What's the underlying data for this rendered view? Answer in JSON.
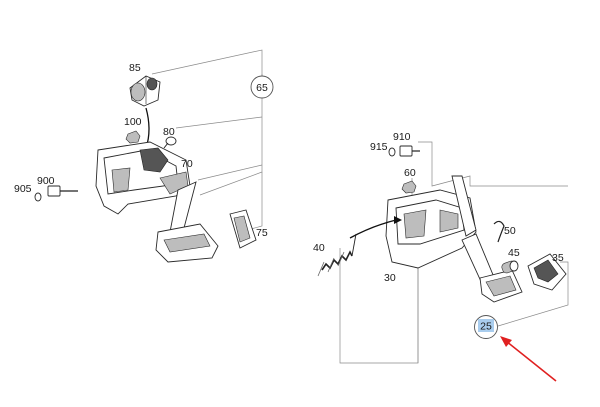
{
  "diagram": {
    "left_assembly": {
      "group_callout": "65",
      "part_callouts": {
        "p85": "85",
        "p100": "100",
        "p80": "80",
        "p70": "70",
        "p900": "900",
        "p905": "905",
        "p75": "75"
      }
    },
    "right_assembly": {
      "group_callout": "25",
      "part_callouts": {
        "p910": "910",
        "p915": "915",
        "p60": "60",
        "p50": "50",
        "p45": "45",
        "p35": "35",
        "p40": "40",
        "p30": "30"
      }
    }
  },
  "colors": {
    "highlight": "#a9cdee",
    "indicator_arrow": "#e02020",
    "leader_lines": "#8a8a8a"
  }
}
